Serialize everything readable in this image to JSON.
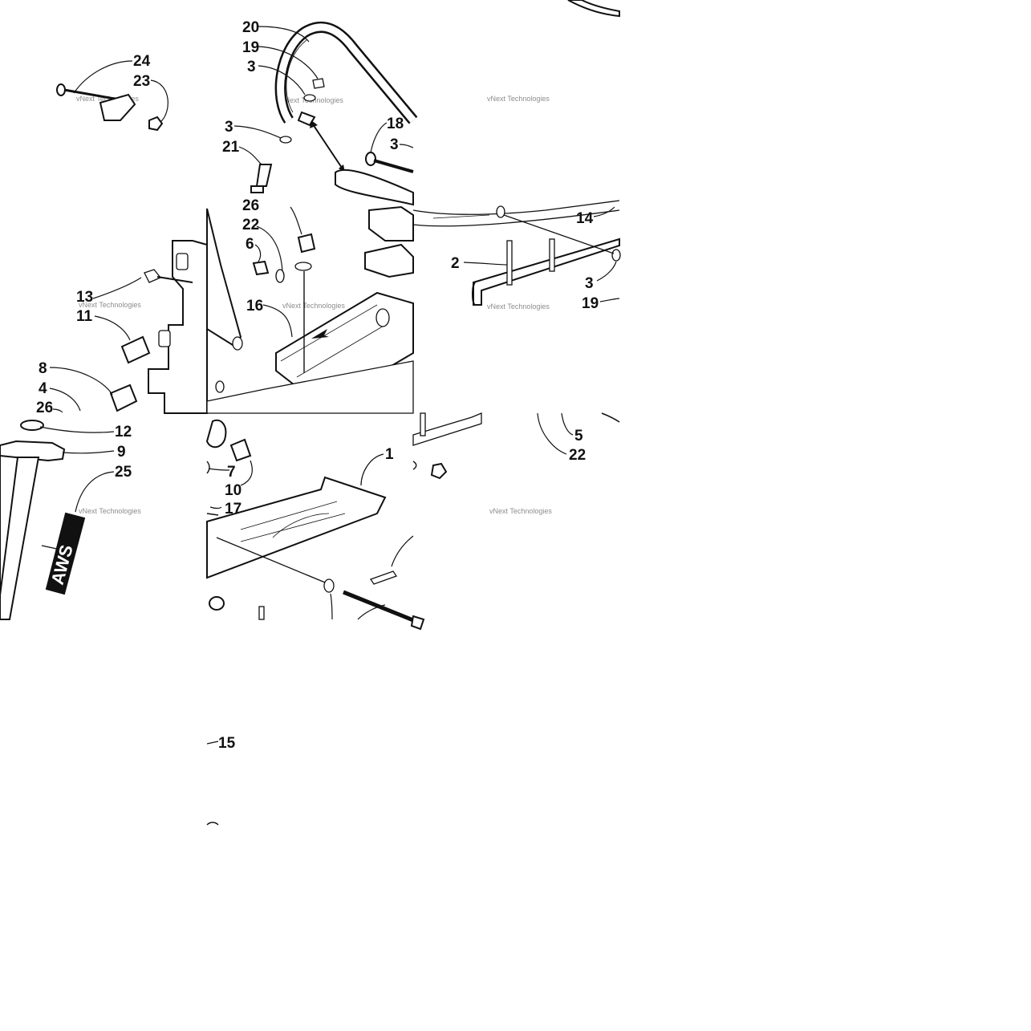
{
  "diagram": {
    "watermark": "vNext Technologies",
    "callouts": [
      {
        "id": "c24",
        "label": "24"
      },
      {
        "id": "c23",
        "label": "23"
      },
      {
        "id": "c20",
        "label": "20"
      },
      {
        "id": "c19a",
        "label": "19"
      },
      {
        "id": "c3a",
        "label": "3"
      },
      {
        "id": "c3b",
        "label": "3"
      },
      {
        "id": "c21",
        "label": "21"
      },
      {
        "id": "c18",
        "label": "18"
      },
      {
        "id": "c3c",
        "label": "3"
      },
      {
        "id": "c26a",
        "label": "26"
      },
      {
        "id": "c22a",
        "label": "22"
      },
      {
        "id": "c6",
        "label": "6"
      },
      {
        "id": "c16",
        "label": "16"
      },
      {
        "id": "c14",
        "label": "14"
      },
      {
        "id": "c2",
        "label": "2"
      },
      {
        "id": "c3d",
        "label": "3"
      },
      {
        "id": "c19b",
        "label": "19"
      },
      {
        "id": "c13",
        "label": "13"
      },
      {
        "id": "c11",
        "label": "11"
      },
      {
        "id": "c8",
        "label": "8"
      },
      {
        "id": "c4",
        "label": "4"
      },
      {
        "id": "c26b",
        "label": "26"
      },
      {
        "id": "c12",
        "label": "12"
      },
      {
        "id": "c9",
        "label": "9"
      },
      {
        "id": "c25",
        "label": "25"
      },
      {
        "id": "c7",
        "label": "7"
      },
      {
        "id": "c10",
        "label": "10"
      },
      {
        "id": "c17",
        "label": "17"
      },
      {
        "id": "c1",
        "label": "1"
      },
      {
        "id": "c5",
        "label": "5"
      },
      {
        "id": "c22b",
        "label": "22"
      },
      {
        "id": "c15",
        "label": "15"
      }
    ],
    "decal_text": "AWS"
  }
}
